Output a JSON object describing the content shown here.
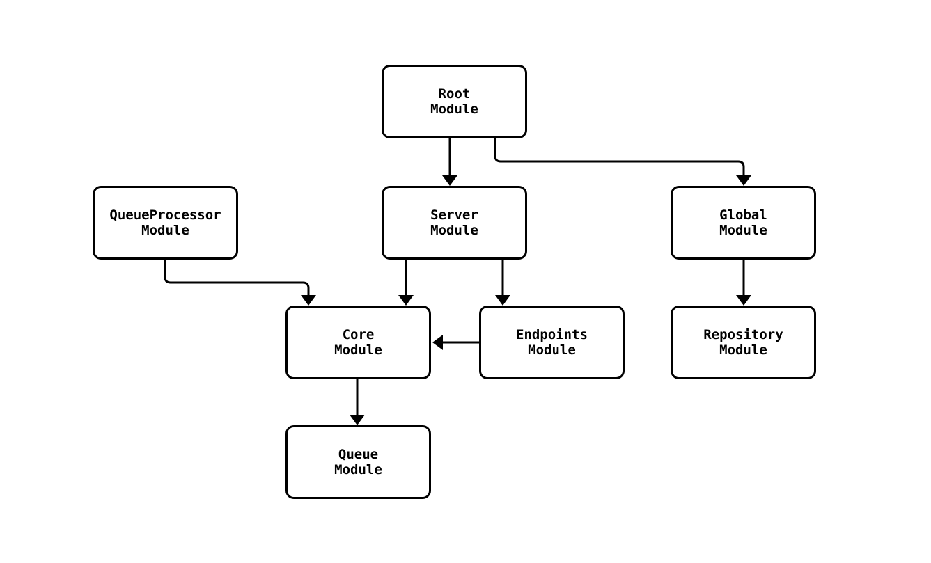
{
  "diagram": {
    "type": "flowchart",
    "description": "Module dependency diagram",
    "colors": {
      "background": "#ffffff",
      "node_fill": "#ffffff",
      "node_stroke": "#000000",
      "edge_stroke": "#000000",
      "text": "#000000"
    },
    "nodes": [
      {
        "id": "root",
        "line1": "Root",
        "line2": "Module"
      },
      {
        "id": "queueprocessor",
        "line1": "QueueProcessor",
        "line2": "Module"
      },
      {
        "id": "server",
        "line1": "Server",
        "line2": "Module"
      },
      {
        "id": "global",
        "line1": "Global",
        "line2": "Module"
      },
      {
        "id": "core",
        "line1": "Core",
        "line2": "Module"
      },
      {
        "id": "endpoints",
        "line1": "Endpoints",
        "line2": "Module"
      },
      {
        "id": "repository",
        "line1": "Repository",
        "line2": "Module"
      },
      {
        "id": "queue",
        "line1": "Queue",
        "line2": "Module"
      }
    ],
    "edges": [
      {
        "from": "Root Module",
        "to": "Server Module"
      },
      {
        "from": "Root Module",
        "to": "Global Module"
      },
      {
        "from": "QueueProcessor Module",
        "to": "Core Module"
      },
      {
        "from": "Server Module",
        "to": "Core Module"
      },
      {
        "from": "Server Module",
        "to": "Endpoints Module"
      },
      {
        "from": "Endpoints Module",
        "to": "Core Module"
      },
      {
        "from": "Global Module",
        "to": "Repository Module"
      },
      {
        "from": "Core Module",
        "to": "Queue Module"
      }
    ]
  }
}
